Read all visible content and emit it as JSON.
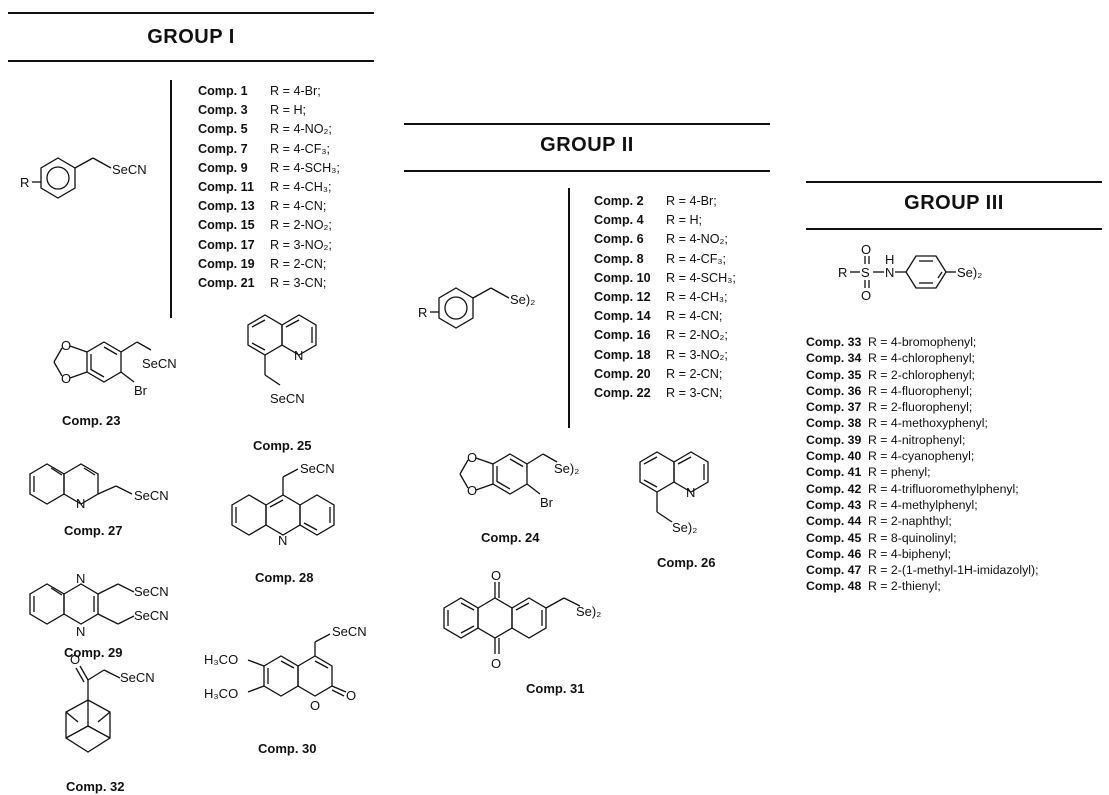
{
  "groups": {
    "g1": {
      "title": "GROUP I",
      "core": {
        "r": "R",
        "group": "SeCN"
      },
      "items": [
        {
          "comp": "Comp. 1",
          "r": "R = 4-Br;"
        },
        {
          "comp": "Comp. 3",
          "r": "R = H;"
        },
        {
          "comp": "Comp. 5",
          "r": "R = 4-NO₂;"
        },
        {
          "comp": "Comp. 7",
          "r": "R = 4-CF₃;"
        },
        {
          "comp": "Comp. 9",
          "r": "R = 4-SCH₃;"
        },
        {
          "comp": "Comp. 11",
          "r": "R = 4-CH₃;"
        },
        {
          "comp": "Comp. 13",
          "r": "R = 4-CN;"
        },
        {
          "comp": "Comp. 15",
          "r": "R = 2-NO₂;"
        },
        {
          "comp": "Comp. 17",
          "r": "R = 3-NO₂;"
        },
        {
          "comp": "Comp. 19",
          "r": "R = 2-CN;"
        },
        {
          "comp": "Comp. 21",
          "r": "R = 3-CN;"
        }
      ],
      "structures": {
        "c23": {
          "caption": "Comp. 23",
          "group": "SeCN",
          "br": "Br"
        },
        "c25": {
          "caption": "Comp. 25",
          "group": "SeCN",
          "n": "N"
        },
        "c27": {
          "caption": "Comp. 27",
          "group": "SeCN",
          "n": "N"
        },
        "c28": {
          "caption": "Comp. 28",
          "group": "SeCN",
          "n": "N"
        },
        "c29": {
          "caption": "Comp. 29",
          "group1": "SeCN",
          "group2": "SeCN",
          "n1": "N",
          "n2": "N"
        },
        "c30": {
          "caption": "Comp. 30",
          "group": "SeCN",
          "ome1": "H₃CO",
          "ome2": "H₃CO",
          "o1": "O",
          "o2": "O"
        },
        "c32": {
          "caption": "Comp. 32",
          "group": "SeCN",
          "o": "O"
        }
      }
    },
    "g2": {
      "title": "GROUP II",
      "core": {
        "r": "R",
        "group": "Se)₂"
      },
      "items": [
        {
          "comp": "Comp. 2",
          "r": "R = 4-Br;"
        },
        {
          "comp": "Comp. 4",
          "r": "R = H;"
        },
        {
          "comp": "Comp. 6",
          "r": "R = 4-NO₂;"
        },
        {
          "comp": "Comp. 8",
          "r": "R = 4-CF₃;"
        },
        {
          "comp": "Comp. 10",
          "r": "R = 4-SCH₃;"
        },
        {
          "comp": "Comp. 12",
          "r": "R = 4-CH₃;"
        },
        {
          "comp": "Comp. 14",
          "r": "R = 4-CN;"
        },
        {
          "comp": "Comp. 16",
          "r": "R = 2-NO₂;"
        },
        {
          "comp": "Comp. 18",
          "r": "R = 3-NO₂;"
        },
        {
          "comp": "Comp. 20",
          "r": "R = 2-CN;"
        },
        {
          "comp": "Comp. 22",
          "r": "R = 3-CN;"
        }
      ],
      "structures": {
        "c24": {
          "caption": "Comp. 24",
          "group": "Se)₂",
          "br": "Br"
        },
        "c26": {
          "caption": "Comp. 26",
          "group": "Se)₂",
          "n": "N"
        },
        "c31": {
          "caption": "Comp. 31",
          "group": "Se)₂",
          "o1": "O",
          "o2": "O"
        }
      }
    },
    "g3": {
      "title": "GROUP III",
      "core": {
        "r": "R",
        "s": "S",
        "o1": "O",
        "o2": "O",
        "h": "H",
        "n": "N",
        "group": "Se)₂"
      },
      "items": [
        {
          "comp": "Comp. 33",
          "r": "R = 4-bromophenyl;"
        },
        {
          "comp": "Comp. 34",
          "r": "R = 4-chlorophenyl;"
        },
        {
          "comp": "Comp. 35",
          "r": "R = 2-chlorophenyl;"
        },
        {
          "comp": "Comp. 36",
          "r": "R = 4-fluorophenyl;"
        },
        {
          "comp": "Comp. 37",
          "r": "R = 2-fluorophenyl;"
        },
        {
          "comp": "Comp. 38",
          "r": "R = 4-methoxyphenyl;"
        },
        {
          "comp": "Comp. 39",
          "r": "R = 4-nitrophenyl;"
        },
        {
          "comp": "Comp. 40",
          "r": "R = 4-cyanophenyl;"
        },
        {
          "comp": "Comp. 41",
          "r": "R = phenyl;"
        },
        {
          "comp": "Comp. 42",
          "r": "R = 4-trifluoromethylphenyl;"
        },
        {
          "comp": "Comp. 43",
          "r": "R = 4-methylphenyl;"
        },
        {
          "comp": "Comp. 44",
          "r": "R = 2-naphthyl;"
        },
        {
          "comp": "Comp. 45",
          "r": "R = 8-quinolinyl;"
        },
        {
          "comp": "Comp. 46",
          "r": "R = 4-biphenyl;"
        },
        {
          "comp": "Comp. 47",
          "r": "R = 2-(1-methyl-1H-imidazolyl);"
        },
        {
          "comp": "Comp. 48",
          "r": "R = 2-thienyl;"
        }
      ]
    }
  }
}
